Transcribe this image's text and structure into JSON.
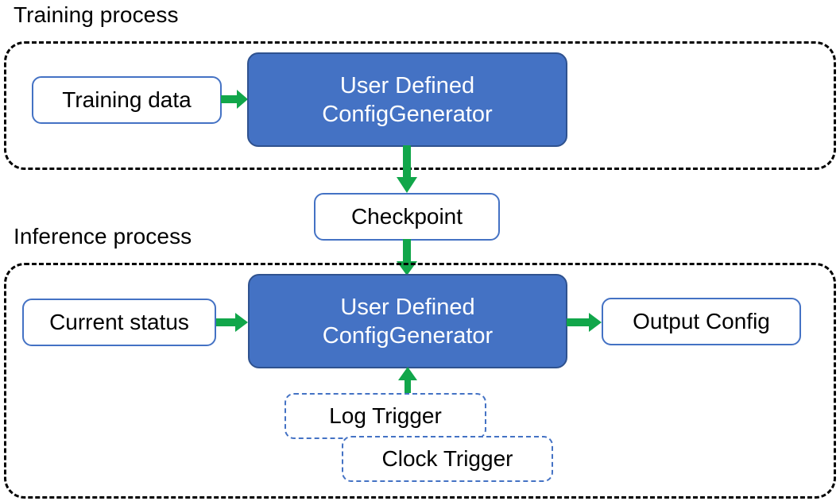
{
  "diagram": {
    "title_training": "Training process",
    "title_inference": "Inference process",
    "colors": {
      "accent_blue": "#4472C4",
      "blue_border_dark": "#2F528F",
      "arrow_green": "#11A64A",
      "container_dash": "#000000",
      "text_dark": "#000000",
      "text_light": "#FFFFFF",
      "background": "#FFFFFF"
    }
  },
  "training": {
    "label": "Training process",
    "input_node": "Training data",
    "process_node_line1": "User Defined",
    "process_node_line2": "ConfigGenerator"
  },
  "checkpoint": {
    "label": "Checkpoint"
  },
  "inference": {
    "label": "Inference process",
    "input_node": "Current status",
    "process_node_line1": "User Defined",
    "process_node_line2": "ConfigGenerator",
    "output_node": "Output Config",
    "trigger_log": "Log Trigger",
    "trigger_clock": "Clock Trigger"
  },
  "arrows": [
    {
      "name": "training-data-to-generator",
      "direction": "right"
    },
    {
      "name": "training-generator-to-checkpoint",
      "direction": "down"
    },
    {
      "name": "checkpoint-to-inference-generator",
      "direction": "down"
    },
    {
      "name": "current-status-to-generator",
      "direction": "right"
    },
    {
      "name": "generator-to-output-config",
      "direction": "right"
    },
    {
      "name": "triggers-to-generator",
      "direction": "up"
    }
  ]
}
